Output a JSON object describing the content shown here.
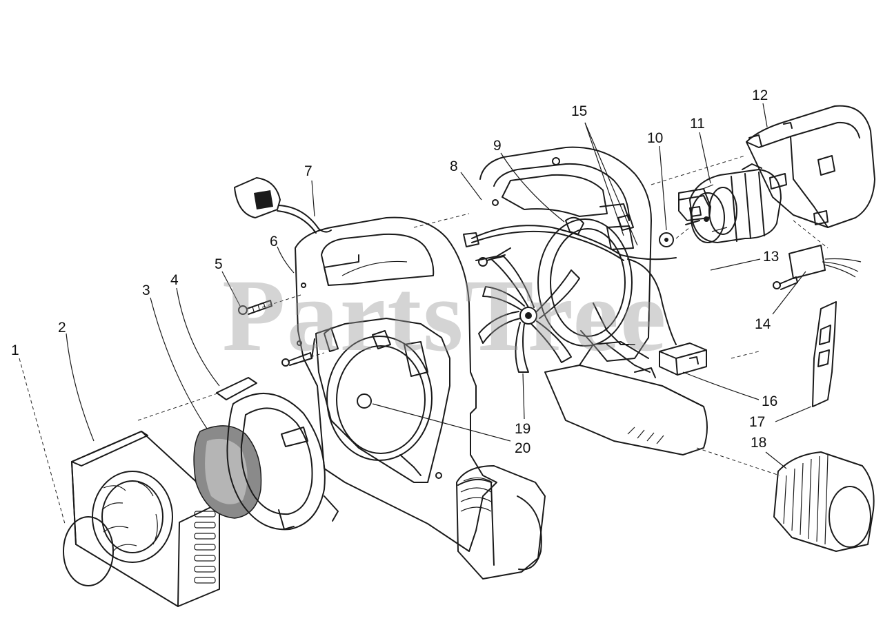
{
  "watermark": "PartsTree",
  "callouts": [
    {
      "id": "1",
      "label": "1"
    },
    {
      "id": "2",
      "label": "2"
    },
    {
      "id": "3",
      "label": "3"
    },
    {
      "id": "4",
      "label": "4"
    },
    {
      "id": "5",
      "label": "5"
    },
    {
      "id": "6",
      "label": "6"
    },
    {
      "id": "7",
      "label": "7"
    },
    {
      "id": "8",
      "label": "8"
    },
    {
      "id": "9",
      "label": "9"
    },
    {
      "id": "10",
      "label": "10"
    },
    {
      "id": "11",
      "label": "11"
    },
    {
      "id": "12",
      "label": "12"
    },
    {
      "id": "13",
      "label": "13"
    },
    {
      "id": "14",
      "label": "14"
    },
    {
      "id": "15",
      "label": "15"
    },
    {
      "id": "16",
      "label": "16"
    },
    {
      "id": "17",
      "label": "17"
    },
    {
      "id": "18",
      "label": "18"
    },
    {
      "id": "19",
      "label": "19"
    },
    {
      "id": "20",
      "label": "20"
    }
  ]
}
